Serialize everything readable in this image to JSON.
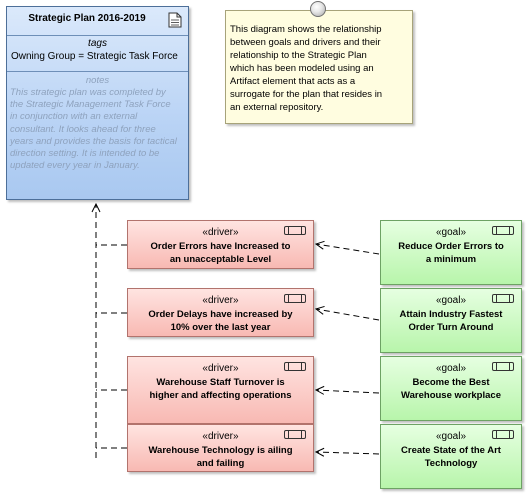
{
  "artifact": {
    "title": "Strategic Plan 2016-2019",
    "tags_header": "tags",
    "tags_value": "Owning Group = Strategic Task Force",
    "notes_header": "notes",
    "notes_lines": [
      "This strategic plan was completed by",
      "the Strategic Management Task Force",
      "in conjunction with an external",
      "consultant. It looks ahead for three",
      "years and provides the basis for tactical",
      "direction setting. It is intended to be",
      "updated every year in January."
    ],
    "icon": "document-icon"
  },
  "note": {
    "lines": [
      "This diagram shows the relationship",
      "between goals and drivers and their",
      "relationship to the Strategic Plan",
      "which has been modeled using an",
      "Artifact element that acts as a",
      "surrogate for the plan that resides in",
      "an external repository."
    ]
  },
  "drivers": [
    {
      "stereotype": "«driver»",
      "line1": "Order Errors have Increased to",
      "line2": "an unacceptable Level"
    },
    {
      "stereotype": "«driver»",
      "line1": "Order Delays have increased by",
      "line2": "10% over the last year"
    },
    {
      "stereotype": "«driver»",
      "line1": "Warehouse Staff Turnover is",
      "line2": "higher and affecting operations"
    },
    {
      "stereotype": "«driver»",
      "line1": "Warehouse Technology is ailing",
      "line2": "and failing"
    }
  ],
  "goals": [
    {
      "stereotype": "«goal»",
      "line1": "Reduce Order Errors to",
      "line2": "a minimum"
    },
    {
      "stereotype": "«goal»",
      "line1": "Attain Industry Fastest",
      "line2": "Order Turn Around"
    },
    {
      "stereotype": "«goal»",
      "line1": "Become the Best",
      "line2": "Warehouse workplace"
    },
    {
      "stereotype": "«goal»",
      "line1": "Create State of the Art",
      "line2": "Technology"
    }
  ],
  "colors": {
    "artifact_fill": "#b9d3f5",
    "note_fill": "#fffde0",
    "driver_fill": "#f8b9b3",
    "goal_fill": "#b8f5ab"
  }
}
